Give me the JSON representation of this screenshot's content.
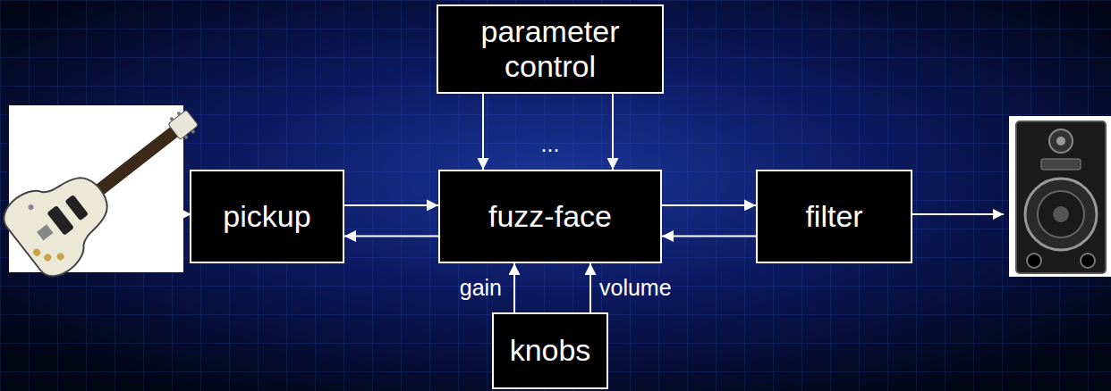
{
  "diagram": {
    "nodes": [
      {
        "text": [
          "parameter control"
        ]
      },
      {
        "text": [
          "pickup"
        ]
      },
      {
        "text": [
          "fuzz-face"
        ]
      },
      {
        "text": [
          "filter"
        ]
      },
      {
        "text": [
          "knobs"
        ]
      }
    ],
    "edges": [
      {
        "from": 1,
        "to": 2,
        "arrow": "to"
      },
      {
        "from": 2,
        "to": 1,
        "arrow": "to"
      },
      {
        "from": 2,
        "to": 3,
        "arrow": "to"
      },
      {
        "from": 3,
        "to": 2,
        "arrow": "to"
      },
      {
        "from": 0,
        "to": 2,
        "arrow": "to"
      },
      {
        "from": 0,
        "to": 2,
        "arrow": "to"
      },
      {
        "from": 4,
        "to": 2,
        "label": "gain",
        "arrow": "to"
      },
      {
        "from": 4,
        "to": 2,
        "label": "volume",
        "arrow": "to"
      }
    ],
    "labels": [
      "..."
    ]
  }
}
